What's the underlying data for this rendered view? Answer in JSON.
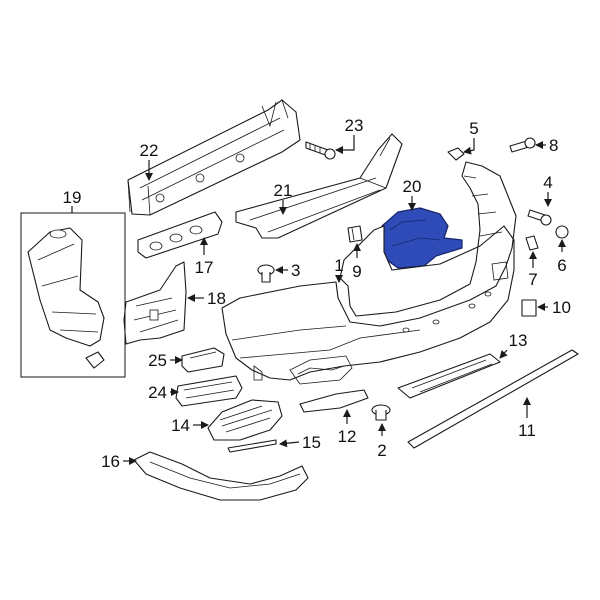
{
  "diagram": {
    "highlight_color": "#2e4bb8",
    "highlighted_part": "20",
    "callouts": {
      "c1": "1",
      "c2": "2",
      "c3": "3",
      "c4": "4",
      "c5": "5",
      "c6": "6",
      "c7": "7",
      "c8": "8",
      "c9": "9",
      "c10": "10",
      "c11": "11",
      "c12": "12",
      "c13": "13",
      "c14": "14",
      "c15": "15",
      "c16": "16",
      "c17": "17",
      "c18": "18",
      "c19": "19",
      "c20": "20",
      "c21": "21",
      "c22": "22",
      "c23": "23",
      "c24": "24",
      "c25": "25"
    }
  }
}
